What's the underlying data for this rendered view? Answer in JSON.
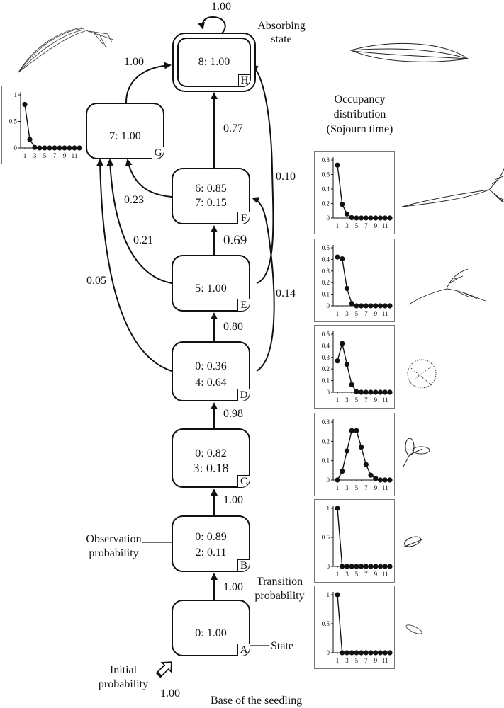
{
  "labels": {
    "absorbing_state": [
      "Absorbing",
      "state"
    ],
    "occupancy": [
      "Occupancy",
      "distribution",
      "(Sojourn time)"
    ],
    "observation_probability": [
      "Observation",
      "probability"
    ],
    "transition_probability": [
      "Transition",
      "probability"
    ],
    "state": "State",
    "initial_probability": [
      "Initial",
      "probability"
    ],
    "initial_value": "1.00",
    "base": "Base of the seedling"
  },
  "states": [
    {
      "id": "A",
      "obs": [
        "0: 1.00"
      ]
    },
    {
      "id": "B",
      "obs": [
        "0: 0.89",
        "2: 0.11"
      ]
    },
    {
      "id": "C",
      "obs": [
        "0: 0.82",
        "3: 0.18"
      ]
    },
    {
      "id": "D",
      "obs": [
        "0: 0.36",
        "4: 0.64"
      ]
    },
    {
      "id": "E",
      "obs": [
        "5: 1.00"
      ]
    },
    {
      "id": "F",
      "obs": [
        "6: 0.85",
        "7: 0.15"
      ]
    },
    {
      "id": "G",
      "obs": [
        "7: 1.00"
      ]
    },
    {
      "id": "H",
      "obs": [
        "8: 1.00"
      ]
    }
  ],
  "transitions": [
    {
      "from": "A",
      "to": "B",
      "p": "1.00"
    },
    {
      "from": "B",
      "to": "C",
      "p": "1.00"
    },
    {
      "from": "C",
      "to": "D",
      "p": "0.98"
    },
    {
      "from": "D",
      "to": "E",
      "p": "0.80"
    },
    {
      "from": "E",
      "to": "F",
      "p": "0.69"
    },
    {
      "from": "F",
      "to": "H",
      "p": "0.77"
    },
    {
      "from": "G",
      "to": "H",
      "p": "1.00"
    },
    {
      "from": "H",
      "to": "H",
      "p": "1.00"
    },
    {
      "from": "F",
      "to": "G",
      "p": "0.23"
    },
    {
      "from": "E",
      "to": "G",
      "p": "0.21"
    },
    {
      "from": "D",
      "to": "G",
      "p": "0.05"
    },
    {
      "from": "E",
      "to": "H",
      "p": "0.10"
    },
    {
      "from": "D",
      "to": "F",
      "p": "0.14"
    }
  ],
  "chart_data": [
    {
      "type": "line",
      "state": "G",
      "title": "",
      "x": [
        1,
        2,
        3,
        4,
        5,
        6,
        7,
        8,
        9,
        10,
        11,
        12
      ],
      "values": [
        0.82,
        0.16,
        0.01,
        0,
        0,
        0,
        0,
        0,
        0,
        0,
        0,
        0
      ],
      "xticks": [
        "1",
        "3",
        "5",
        "7",
        "9",
        "11"
      ],
      "yticks": [
        "0",
        "0.5",
        "1"
      ],
      "ylim": [
        0,
        1
      ]
    },
    {
      "type": "line",
      "state": "F",
      "title": "",
      "x": [
        1,
        2,
        3,
        4,
        5,
        6,
        7,
        8,
        9,
        10,
        11,
        12
      ],
      "values": [
        0.73,
        0.19,
        0.055,
        0.005,
        0,
        0,
        0,
        0,
        0,
        0,
        0,
        0
      ],
      "xticks": [
        "1",
        "3",
        "5",
        "7",
        "9",
        "11"
      ],
      "yticks": [
        "0",
        "0.2",
        "0.4",
        "0.6",
        "0.8"
      ],
      "ylim": [
        0,
        0.8
      ]
    },
    {
      "type": "line",
      "state": "E",
      "title": "",
      "x": [
        1,
        2,
        3,
        4,
        5,
        6,
        7,
        8,
        9,
        10,
        11,
        12
      ],
      "values": [
        0.42,
        0.405,
        0.15,
        0.02,
        0,
        0,
        0,
        0,
        0,
        0,
        0,
        0
      ],
      "xticks": [
        "1",
        "3",
        "5",
        "7",
        "9",
        "11"
      ],
      "yticks": [
        "0",
        "0.1",
        "0.2",
        "0.3",
        "0.4",
        "0.5"
      ],
      "ylim": [
        0,
        0.5
      ]
    },
    {
      "type": "line",
      "state": "D",
      "title": "",
      "x": [
        1,
        2,
        3,
        4,
        5,
        6,
        7,
        8,
        9,
        10,
        11,
        12
      ],
      "values": [
        0.27,
        0.42,
        0.24,
        0.065,
        0.005,
        0,
        0,
        0,
        0,
        0,
        0,
        0
      ],
      "xticks": [
        "1",
        "3",
        "5",
        "7",
        "9",
        "11"
      ],
      "yticks": [
        "0",
        "0.1",
        "0.2",
        "0.3",
        "0.4",
        "0.5"
      ],
      "ylim": [
        0,
        0.5
      ]
    },
    {
      "type": "line",
      "state": "C",
      "title": "",
      "x": [
        1,
        2,
        3,
        4,
        5,
        6,
        7,
        8,
        9,
        10,
        11,
        12
      ],
      "values": [
        0,
        0.045,
        0.15,
        0.255,
        0.255,
        0.17,
        0.08,
        0.025,
        0.008,
        0,
        0,
        0
      ],
      "xticks": [
        "1",
        "3",
        "5",
        "7",
        "9",
        "11"
      ],
      "yticks": [
        "0",
        "0.1",
        "0.2",
        "0.3"
      ],
      "ylim": [
        0,
        0.3
      ]
    },
    {
      "type": "line",
      "state": "B",
      "title": "",
      "x": [
        1,
        2,
        3,
        4,
        5,
        6,
        7,
        8,
        9,
        10,
        11,
        12
      ],
      "values": [
        1,
        0,
        0,
        0,
        0,
        0,
        0,
        0,
        0,
        0,
        0,
        0
      ],
      "xticks": [
        "1",
        "3",
        "5",
        "7",
        "9",
        "11"
      ],
      "yticks": [
        "0",
        "0.5",
        "1"
      ],
      "ylim": [
        0,
        1
      ]
    },
    {
      "type": "line",
      "state": "A",
      "title": "",
      "x": [
        1,
        2,
        3,
        4,
        5,
        6,
        7,
        8,
        9,
        10,
        11,
        12
      ],
      "values": [
        1,
        0,
        0,
        0,
        0,
        0,
        0,
        0,
        0,
        0,
        0,
        0
      ],
      "xticks": [
        "1",
        "3",
        "5",
        "7",
        "9",
        "11"
      ],
      "yticks": [
        "0",
        "0.5",
        "1"
      ],
      "ylim": [
        0,
        1
      ]
    }
  ],
  "icons": [
    "leaf-illustration-top-left",
    "leaf-illustration-top-right",
    "seedling-leaf-F",
    "seedling-leaf-E",
    "seedling-leaf-D",
    "seedling-leaf-C",
    "seedling-leaf-B",
    "seedling-leaf-A",
    "initial-arrow-icon"
  ]
}
